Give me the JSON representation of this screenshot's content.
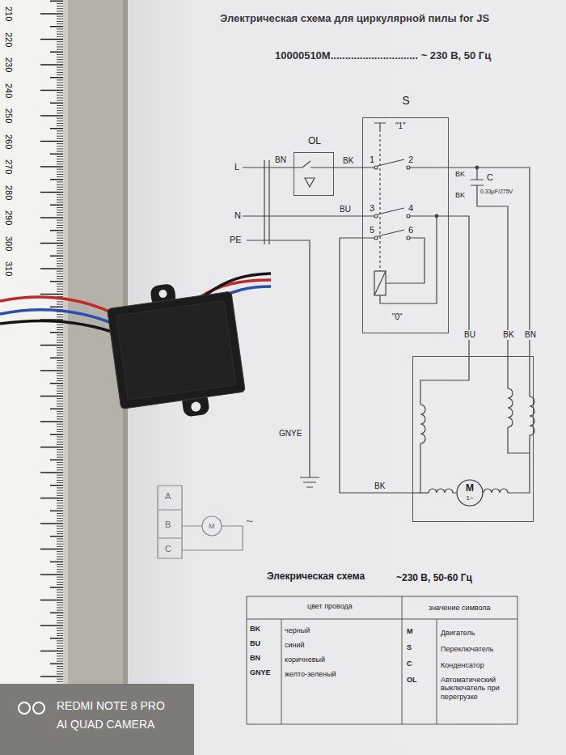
{
  "diagram": {
    "title": "Электрическая схема для циркулярной пилы for JS",
    "nodes": [
      {
        "text": [
          "S",
          "\"1\"",
          "1",
          "2",
          "3",
          "4",
          "5",
          "6",
          "\"0\""
        ]
      },
      {
        "text": [
          "OL"
        ]
      },
      {
        "text": [
          "BU",
          "BK",
          "BN"
        ]
      },
      {
        "text": [
          "M",
          "1~"
        ],
        "in": 2
      }
    ],
    "edges": [
      {
        "from": 1,
        "to": 0,
        "arrow": "none",
        "label": "BK"
      },
      {
        "from": 0,
        "to": 2,
        "arrow": "none",
        "label": "BK"
      },
      {
        "from": 0,
        "to": 2,
        "arrow": "none"
      },
      {
        "from": 0,
        "to": 2,
        "arrow": "none"
      }
    ],
    "labels": [
      "10000510M.............................. ~ 230 В, 50 Гц",
      "210",
      "220",
      "230",
      "240",
      "250",
      "260",
      "270",
      "280",
      "290",
      "300",
      "310",
      "L",
      "BN",
      "N",
      "BU",
      "PE",
      "BK",
      "C",
      "0.33µF/275V",
      "BK",
      "GNYE",
      "A",
      "B",
      "C",
      "M",
      "~",
      "Элекрическая схема",
      "~230 В, 50-60 Гц",
      "цвет провода",
      "значение символа",
      "BK",
      "черный",
      "M",
      "Двигатель",
      "BU",
      "синий",
      "S",
      "Переключатель",
      "BN",
      "коричневый",
      "C",
      "Конденсатор",
      "GNYE",
      "желто-зеленый",
      "OL",
      "Автоматический выключатель при перегрузке",
      "REDMI NOTE 8 PRO",
      "AI QUAD CAMERA"
    ]
  }
}
